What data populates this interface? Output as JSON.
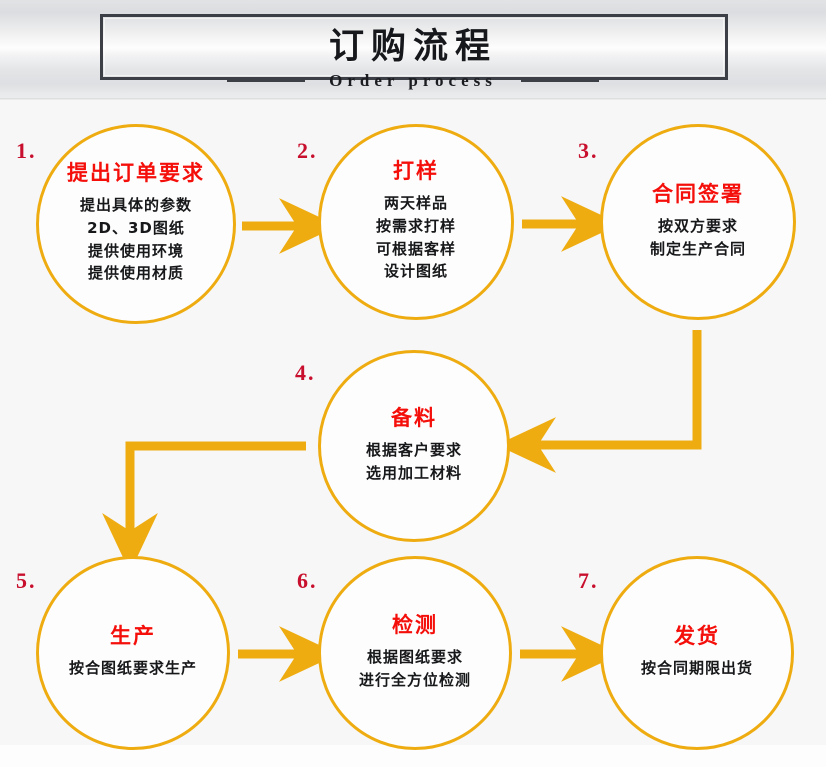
{
  "header": {
    "title": "订购流程",
    "subtitle": "Order process",
    "title_color": "#16181c",
    "border_color": "#3c3f45"
  },
  "theme": {
    "accent": "#eeac10",
    "node_title_color": "#f40f0b",
    "number_color": "#c8102e",
    "body_text_color": "#17181a",
    "background": "#f7f7f7"
  },
  "chart_data": {
    "type": "diagram",
    "title": "订购流程",
    "subtitle": "Order process",
    "layout": "flowchart-3-1-3",
    "node_shape": "circle",
    "steps": [
      {
        "number": "1.",
        "title": "提出订单要求",
        "lines": [
          "提出具体的参数",
          "2D、3D图纸",
          "提供使用环境",
          "提供使用材质"
        ]
      },
      {
        "number": "2.",
        "title": "打样",
        "lines": [
          "两天样品",
          "按需求打样",
          "可根据客样",
          "设计图纸"
        ]
      },
      {
        "number": "3.",
        "title": "合同签署",
        "lines": [
          "按双方要求",
          "制定生产合同"
        ]
      },
      {
        "number": "4.",
        "title": "备料",
        "lines": [
          "根据客户要求",
          "选用加工材料"
        ]
      },
      {
        "number": "5.",
        "title": "生产",
        "lines": [
          "按合图纸要求生产"
        ]
      },
      {
        "number": "6.",
        "title": "检测",
        "lines": [
          "根据图纸要求",
          "进行全方位检测"
        ]
      },
      {
        "number": "7.",
        "title": "发货",
        "lines": [
          "按合同期限出货"
        ]
      }
    ],
    "connections": [
      {
        "from": "1",
        "to": "2",
        "style": "straight-right"
      },
      {
        "from": "2",
        "to": "3",
        "style": "straight-right"
      },
      {
        "from": "3",
        "to": "4",
        "style": "elbow-down-left"
      },
      {
        "from": "4",
        "to": "5",
        "style": "elbow-left-down"
      },
      {
        "from": "5",
        "to": "6",
        "style": "straight-right"
      },
      {
        "from": "6",
        "to": "7",
        "style": "straight-right"
      }
    ]
  }
}
